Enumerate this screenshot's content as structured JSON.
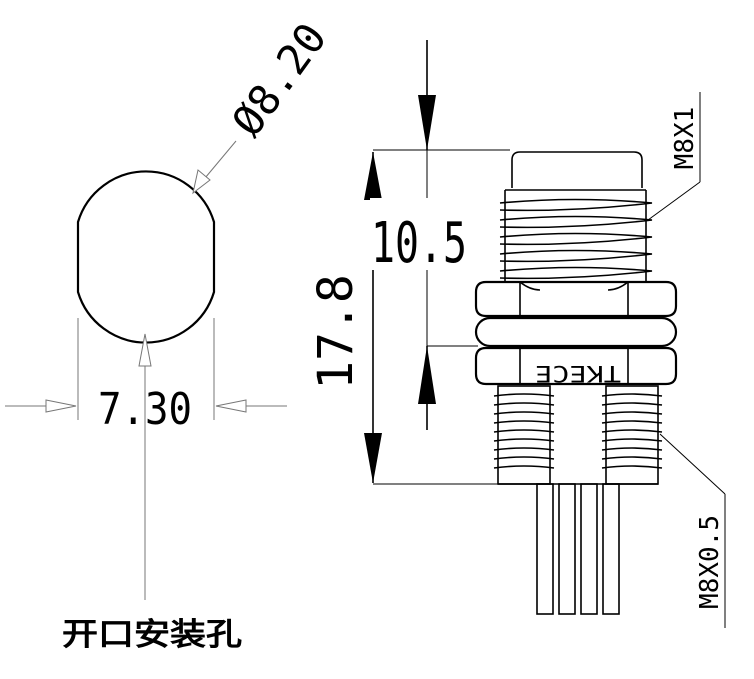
{
  "dimensions": {
    "hole_diameter": "Ø8.20",
    "hole_flat_width": "7.30",
    "thread_length": "10.5",
    "total_height": "17.8",
    "top_thread": "M8X1",
    "bottom_thread": "M8X0.5"
  },
  "brand_mark": "TKECE",
  "caption": "开口安装孔"
}
